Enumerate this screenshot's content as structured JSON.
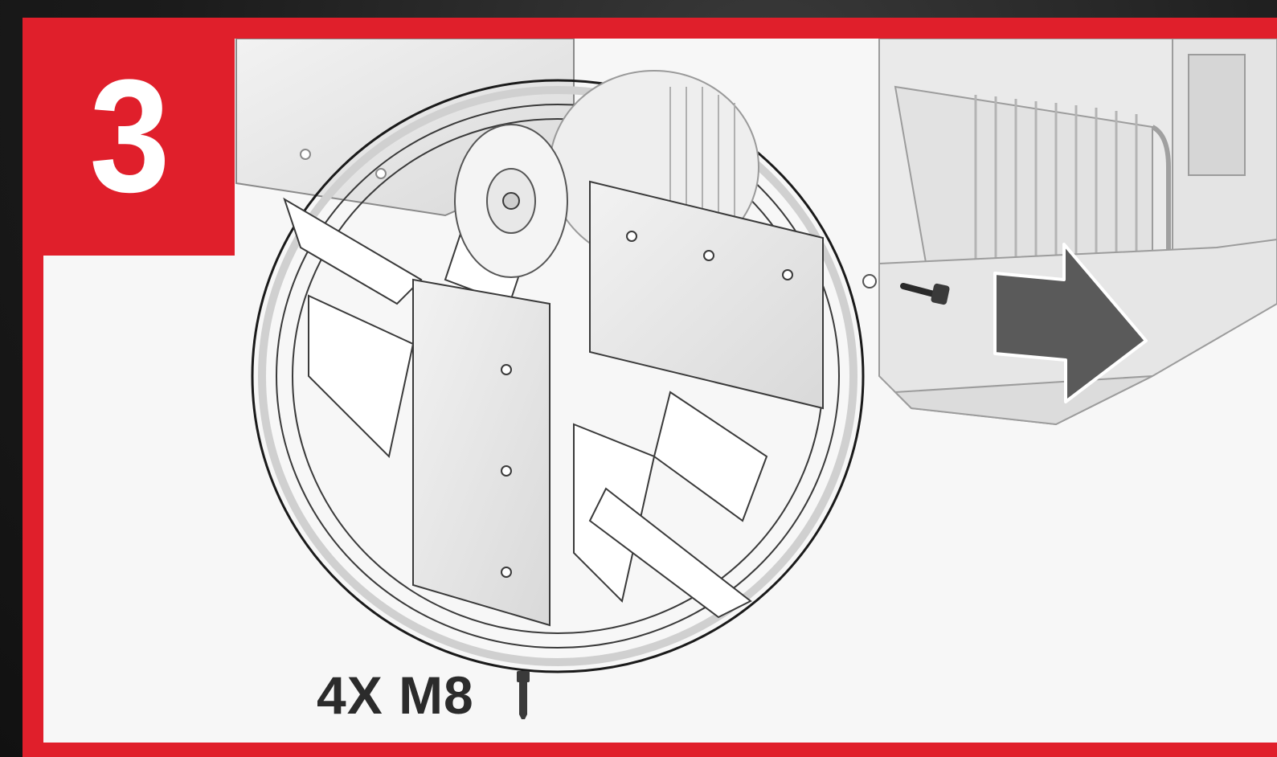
{
  "step": {
    "number": "3"
  },
  "parts": {
    "label": "4X M8",
    "icon": "bolt-icon"
  },
  "illustration": {
    "icon": "machine-wheel-assembly-illustration",
    "arrow_icon": "direction-arrow-right-icon"
  },
  "colors": {
    "frame": "#e01f2b",
    "panel": "#f7f7f7",
    "arrow": "#5a5a5a",
    "text": "#2b2b2b"
  }
}
